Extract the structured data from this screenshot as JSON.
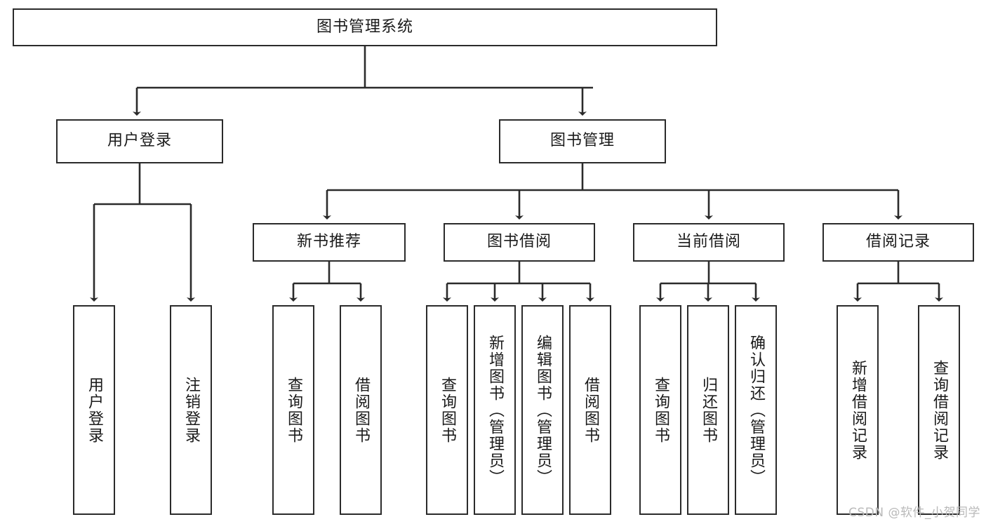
{
  "diagram": {
    "title": "图书管理系统",
    "type": "tree-hierarchy-diagram",
    "root": {
      "id": "root",
      "label": "图书管理系统"
    },
    "level1": [
      {
        "id": "user-login",
        "label": "用户登录"
      },
      {
        "id": "book-management",
        "label": "图书管理"
      }
    ],
    "level2": [
      {
        "id": "new-book-recommend",
        "label": "新书推荐",
        "parent": "book-management"
      },
      {
        "id": "book-borrow",
        "label": "图书借阅",
        "parent": "book-management"
      },
      {
        "id": "current-borrow",
        "label": "当前借阅",
        "parent": "book-management"
      },
      {
        "id": "borrow-record",
        "label": "借阅记录",
        "parent": "book-management"
      }
    ],
    "leaves": {
      "user_login": [
        {
          "id": "leaf-user-login",
          "label": "用户登录"
        },
        {
          "id": "leaf-user-logout",
          "label": "注销登录"
        }
      ],
      "new_book_recommend": [
        {
          "id": "leaf-query-book-1",
          "label": "查询图书"
        },
        {
          "id": "leaf-borrow-book-1",
          "label": "借阅图书"
        }
      ],
      "book_borrow": [
        {
          "id": "leaf-query-book-2",
          "label": "查询图书"
        },
        {
          "id": "leaf-add-book",
          "label": "新增图书（管理员）"
        },
        {
          "id": "leaf-edit-book",
          "label": "编辑图书（管理员）"
        },
        {
          "id": "leaf-borrow-book-2",
          "label": "借阅图书"
        }
      ],
      "current_borrow": [
        {
          "id": "leaf-query-book-3",
          "label": "查询图书"
        },
        {
          "id": "leaf-return-book",
          "label": "归还图书"
        },
        {
          "id": "leaf-confirm-return",
          "label": "确认归还（管理员）"
        }
      ],
      "borrow_record": [
        {
          "id": "leaf-add-record",
          "label": "新增借阅记录"
        },
        {
          "id": "leaf-query-record",
          "label": "查询借阅记录"
        }
      ]
    }
  },
  "watermark": {
    "text": "CSDN @软件_小贺同学"
  },
  "colors": {
    "border": "#2b2b2b",
    "background": "#ffffff",
    "text": "#1a1a1a",
    "watermark": "#b9b9b9"
  }
}
